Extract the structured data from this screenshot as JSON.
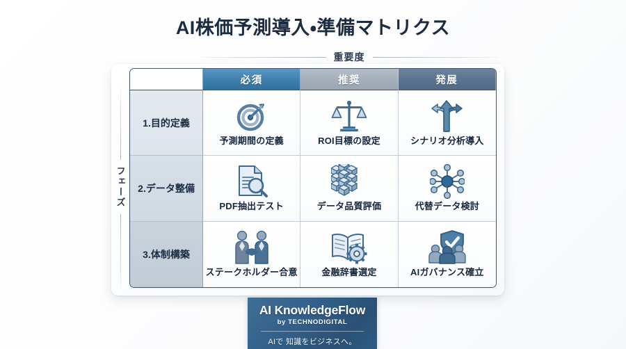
{
  "page": {
    "title": "AI株価予測導入・準備マトリクス",
    "accent_blue": "#3d7fae",
    "accent_gray": "#a3aeba",
    "accent_slate": "#5a7390",
    "text_dark": "#1b2b41"
  },
  "axes": {
    "x_label": "重要度",
    "y_label": "フェーズ"
  },
  "matrix": {
    "columns": [
      {
        "label": "必須",
        "tone": "c0"
      },
      {
        "label": "推奨",
        "tone": "c1"
      },
      {
        "label": "発展",
        "tone": "c2"
      }
    ],
    "rows": [
      {
        "label": "1.目的定義",
        "cells": [
          {
            "label": "予測期間の定義",
            "icon": "target-icon"
          },
          {
            "label": "ROI目標の設定",
            "icon": "scales-icon"
          },
          {
            "label": "シナリオ分析導入",
            "icon": "branching-arrows-icon"
          }
        ]
      },
      {
        "label": "2.データ整備",
        "cells": [
          {
            "label": "PDF抽出テスト",
            "icon": "document-search-icon"
          },
          {
            "label": "データ品質評価",
            "icon": "data-cube-icon"
          },
          {
            "label": "代替データ検討",
            "icon": "network-nodes-icon"
          }
        ]
      },
      {
        "label": "3.体制構築",
        "cells": [
          {
            "label": "ステークホルダー合意",
            "icon": "handshake-icon"
          },
          {
            "label": "金融辞書選定",
            "icon": "book-gear-icon"
          },
          {
            "label": "AIガバナンス確立",
            "icon": "people-shield-icon"
          }
        ]
      }
    ]
  },
  "footer": {
    "brand": "AI KnowledgeFlow",
    "byline": "by TECHNODIGITAL",
    "tagline": "AIで 知識をビジネスへ。"
  }
}
